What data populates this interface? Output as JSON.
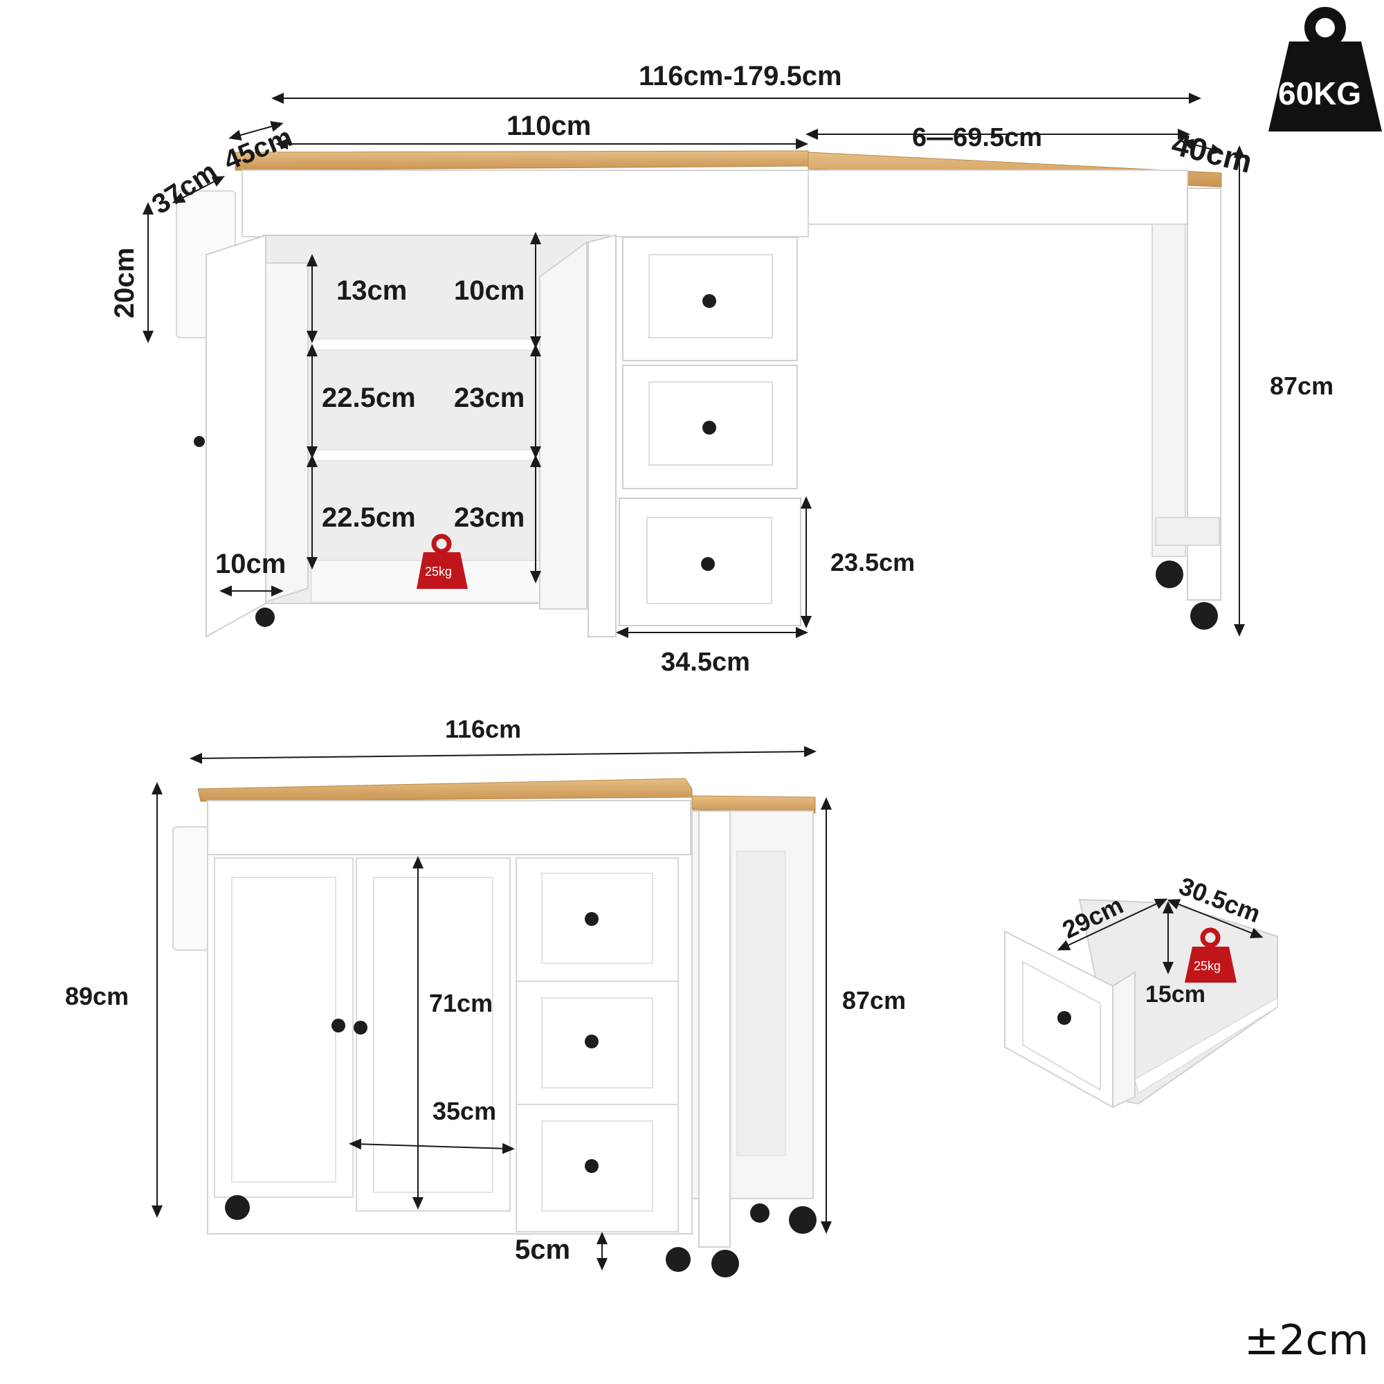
{
  "overall_width_range": "116cm-179.5cm",
  "top_depth": "45cm",
  "side_shelf_width": "37cm",
  "side_shelf_height": "20cm",
  "counter_width": "110cm",
  "extension_range": "6—69.5cm",
  "extension_depth": "40cm",
  "extended_height": "87cm",
  "top_shelf_left": "13cm",
  "top_shelf_right": "10cm",
  "mid_shelf_left": "22.5cm",
  "mid_shelf_right": "23cm",
  "low_shelf_left": "22.5cm",
  "low_shelf_right": "23cm",
  "door_rack_depth": "10cm",
  "drawer_front_height": "23.5cm",
  "drawer_width": "34.5cm",
  "front_width": "116cm",
  "total_height": "89cm",
  "cabinet_height": "71cm",
  "cabinet_width": "35cm",
  "body_height": "87cm",
  "caster_clearance": "5cm",
  "drawer_depth": "29cm",
  "drawer_inner_width": "30.5cm",
  "drawer_inner_height": "15cm",
  "shelf_load": "25kg",
  "drawer_load": "25kg",
  "max_load": "60KG",
  "tolerance": "±2cm",
  "colors": {
    "wood": "#d9a86a",
    "panel": "#ffffff",
    "shadow": "#e6e6e6",
    "badge": "#c0161b",
    "ink": "#1a1a1a"
  },
  "icons": [
    "weight-icon",
    "shelf-weight-icon",
    "drawer-weight-icon"
  ]
}
